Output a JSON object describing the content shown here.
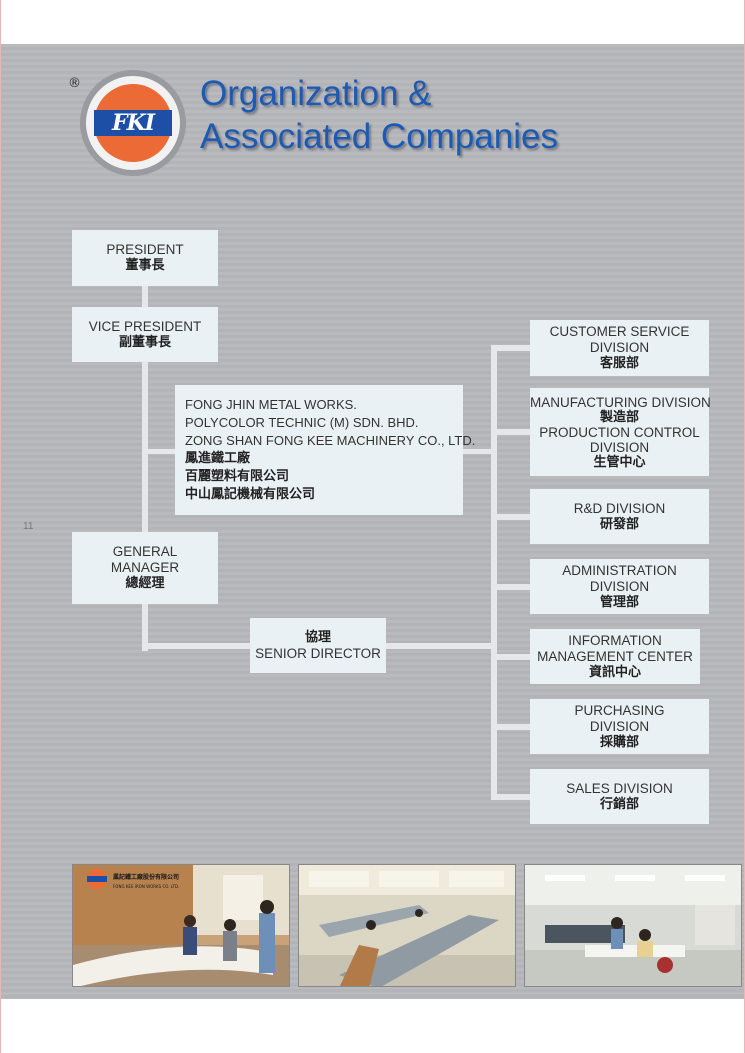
{
  "header": {
    "registered_mark": "®",
    "logo_text": "FKI",
    "title_line1": "Organization &",
    "title_line2": "Associated  Companies"
  },
  "page_number": "11",
  "org": {
    "president": {
      "en": "PRESIDENT",
      "zh": "董事長"
    },
    "vice_president": {
      "en": "VICE PRESIDENT",
      "zh": "副董事長"
    },
    "general_manager": {
      "en1": "GENERAL",
      "en2": "MANAGER",
      "zh": "總經理"
    },
    "senior_director": {
      "zh": "協理",
      "en": "SENIOR DIRECTOR"
    },
    "associated_companies": [
      "FONG JHIN METAL WORKS.",
      "POLYCOLOR TECHNIC (M) SDN. BHD.",
      "ZONG SHAN FONG KEE MACHINERY CO., LTD."
    ],
    "associated_companies_zh": [
      "鳳進鐵工廠",
      "百麗塑料有限公司",
      "中山鳳記機械有限公司"
    ],
    "divisions": {
      "customer_service": {
        "en1": "CUSTOMER SERVICE",
        "en2": "DIVISION",
        "zh": "客服部"
      },
      "manufacturing": {
        "en1": "MANUFACTURING DIVISION",
        "zh1": "製造部",
        "en2": "PRODUCTION CONTROL",
        "en3": "DIVISION",
        "zh2": "生管中心"
      },
      "rnd": {
        "en1": "R&D DIVISION",
        "zh": "研發部"
      },
      "administration": {
        "en1": "ADMINISTRATION",
        "en2": "DIVISION",
        "zh": "管理部"
      },
      "information": {
        "en1": "INFORMATION",
        "en2": "MANAGEMENT CENTER",
        "zh": "資訊中心"
      },
      "purchasing": {
        "en1": "PURCHASING",
        "en2": "DIVISION",
        "zh": "採購部"
      },
      "sales": {
        "en1": "SALES DIVISION",
        "zh": "行銷部"
      }
    }
  },
  "photos": {
    "reception_sign_zh": "鳳記鐵工廠股份有限公司",
    "reception_sign_en": "FONG KEE IRON WORKS CO. LTD."
  }
}
